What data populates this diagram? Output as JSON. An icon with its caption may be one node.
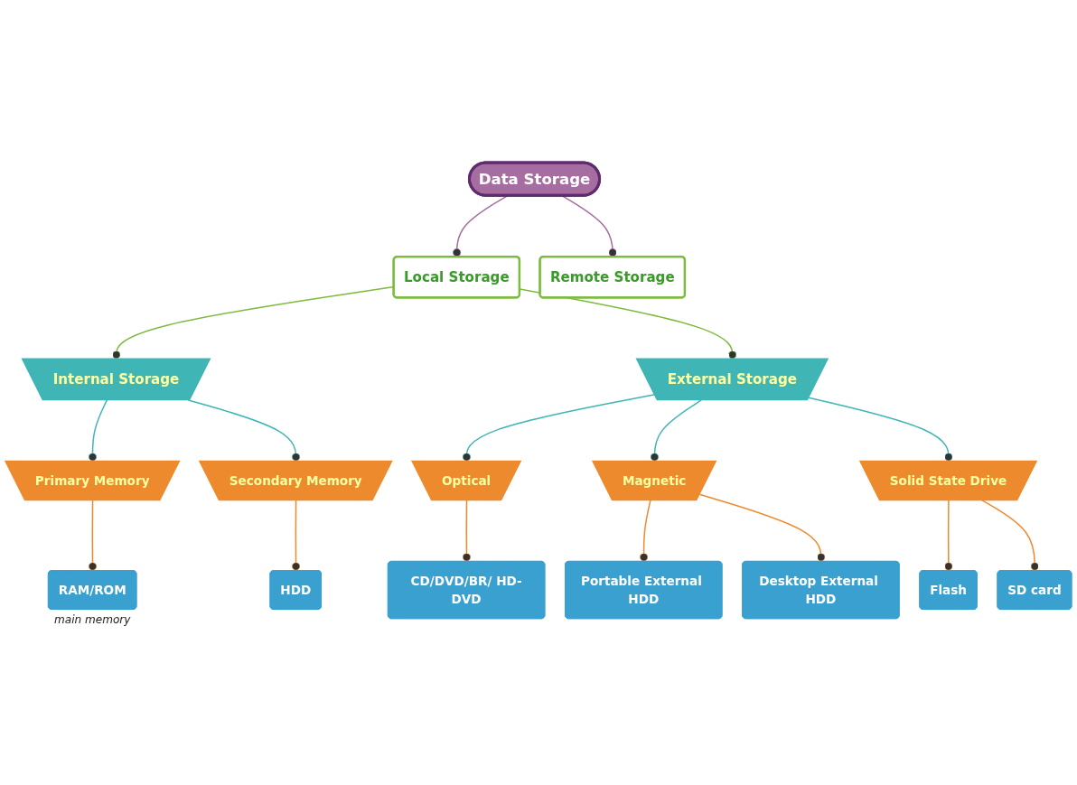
{
  "diagram": {
    "nodes": [
      {
        "text": [
          "Data Storage"
        ]
      },
      {
        "text": [
          "Local Storage"
        ]
      },
      {
        "text": [
          "Remote Storage"
        ]
      },
      {
        "text": [
          "Internal Storage"
        ]
      },
      {
        "text": [
          "External Storage"
        ]
      },
      {
        "text": [
          "Primary Memory"
        ]
      },
      {
        "text": [
          "Secondary Memory"
        ]
      },
      {
        "text": [
          "Optical"
        ]
      },
      {
        "text": [
          "Magnetic"
        ]
      },
      {
        "text": [
          "Solid State Drive"
        ]
      },
      {
        "text": [
          "RAM/ROM"
        ],
        "beside": [
          "main memory"
        ]
      },
      {
        "text": [
          "HDD"
        ]
      },
      {
        "text": [
          "CD/DVD/BR/ HD-DVD"
        ]
      },
      {
        "text": [
          "Portable External HDD"
        ]
      },
      {
        "text": [
          "Desktop External HDD"
        ]
      },
      {
        "text": [
          "Flash"
        ]
      },
      {
        "text": [
          "SD card"
        ]
      }
    ],
    "edges": [
      {
        "from": 0,
        "to": 1,
        "arrow": "other",
        "color": "#a66da0"
      },
      {
        "from": 0,
        "to": 2,
        "arrow": "other",
        "color": "#a66da0"
      },
      {
        "from": 1,
        "to": 3,
        "arrow": "other",
        "color": "#7dbb3f"
      },
      {
        "from": 1,
        "to": 4,
        "arrow": "other",
        "color": "#7dbb3f"
      },
      {
        "from": 3,
        "to": 5,
        "arrow": "other",
        "color": "#3fb5b5"
      },
      {
        "from": 3,
        "to": 6,
        "arrow": "other",
        "color": "#3fb5b5"
      },
      {
        "from": 4,
        "to": 7,
        "arrow": "other",
        "color": "#3fb5b5"
      },
      {
        "from": 4,
        "to": 8,
        "arrow": "other",
        "color": "#3fb5b5"
      },
      {
        "from": 4,
        "to": 9,
        "arrow": "other",
        "color": "#3fb5b5"
      },
      {
        "from": 5,
        "to": 10,
        "arrow": "other"
      },
      {
        "from": 6,
        "to": 11,
        "arrow": "other"
      },
      {
        "from": 7,
        "to": 12,
        "arrow": "other"
      },
      {
        "from": 8,
        "to": 13,
        "arrow": "other"
      },
      {
        "from": 8,
        "to": 14,
        "arrow": "other"
      },
      {
        "from": 9,
        "to": 15,
        "arrow": "other"
      },
      {
        "from": 9,
        "to": 16,
        "arrow": "other"
      }
    ]
  }
}
